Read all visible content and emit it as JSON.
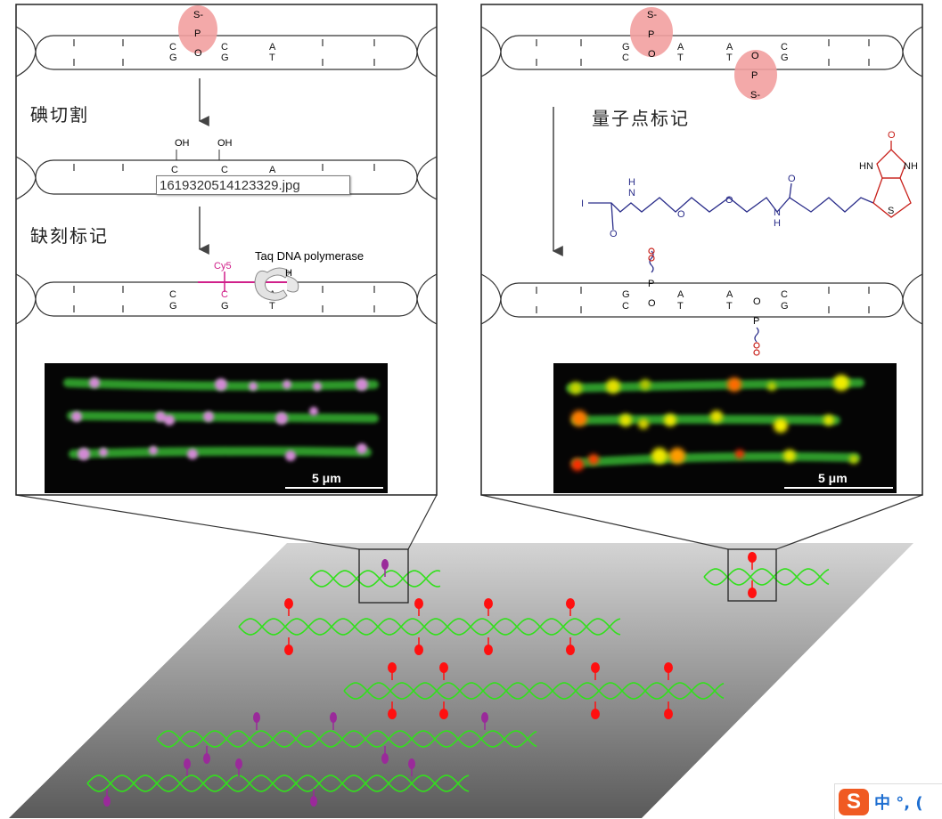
{
  "left_panel": {
    "step1_label": "碘切割",
    "step2_label": "缺刻标记",
    "cy5_label": "Cy5",
    "polymerase_label": "Taq DNA polymerase",
    "polymerase_h": "H",
    "oh_label": "OH",
    "scale_label": "5 μm"
  },
  "right_panel": {
    "step_label": "量子点标记",
    "scale_label": "5 μm"
  },
  "phosphorothioate": {
    "s_minus": "S-",
    "p": "P",
    "o": "O"
  },
  "bases": {
    "C": "C",
    "G": "G",
    "A": "A",
    "T": "T"
  },
  "linker": {
    "iodo": "I",
    "nh": "N",
    "h": "H",
    "o": "O",
    "s": "S",
    "hn": "HN",
    "nh_r": "NH"
  },
  "tooltip": {
    "filename": "1619320514123329.jpg"
  },
  "ime": {
    "logo": "S",
    "text": "中 °, ("
  },
  "colors": {
    "sulfur_halo": "#f2a0a0",
    "cy5_magenta": "#d0208a",
    "dna_green": "#32e01c",
    "qd_red": "#ff1010",
    "purple_tag": "#9a2a9a",
    "linker_blue": "#2a2d8a",
    "biotin_red": "#c8201a"
  }
}
